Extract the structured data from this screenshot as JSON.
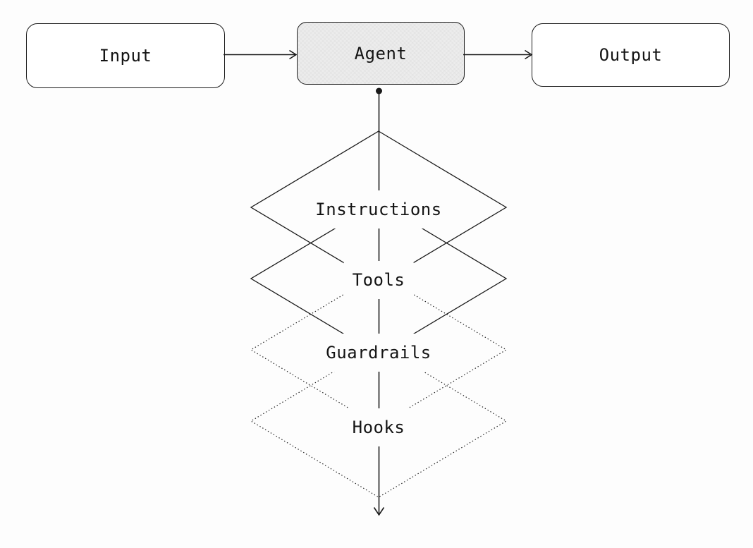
{
  "diagram": {
    "colors": {
      "background": "#fdfdfd",
      "line": "#1a1a1a",
      "box_fill": "#ffffff",
      "agent_fill": "#ececec",
      "text": "#141414"
    },
    "nodes": {
      "input": {
        "label": "Input"
      },
      "agent": {
        "label": "Agent"
      },
      "output": {
        "label": "Output"
      }
    },
    "connections": [
      {
        "from": "Input",
        "to": "Agent"
      },
      {
        "from": "Agent",
        "to": "Output"
      },
      {
        "from": "Agent",
        "to": "layer-stack"
      }
    ],
    "layers": [
      {
        "label": "Instructions",
        "line_style": "solid"
      },
      {
        "label": "Tools",
        "line_style": "solid"
      },
      {
        "label": "Guardrails",
        "line_style": "dotted"
      },
      {
        "label": "Hooks",
        "line_style": "dotted"
      }
    ]
  }
}
